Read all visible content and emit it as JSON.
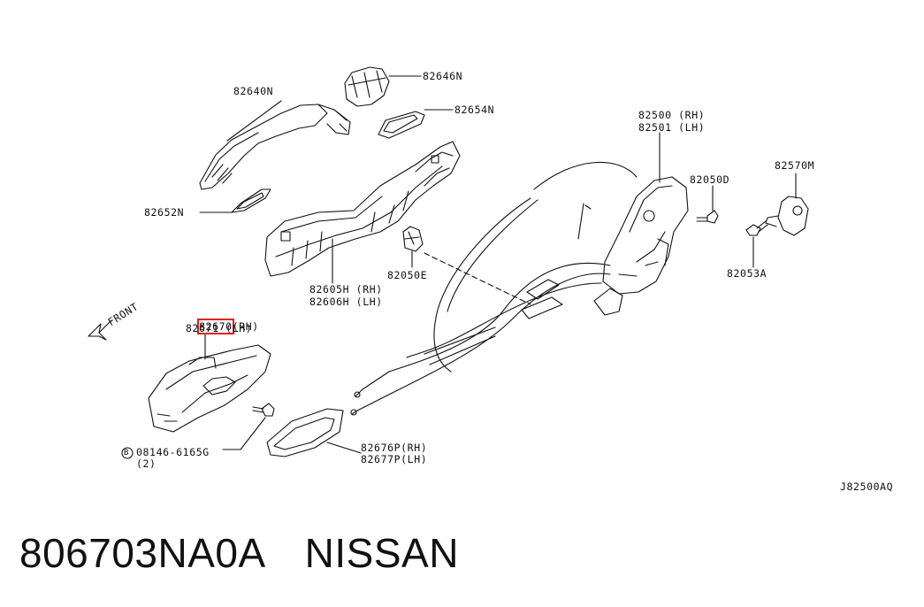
{
  "diagram": {
    "labels": {
      "l82646N": "82646N",
      "l82640N": "82640N",
      "l82654N": "82654N",
      "l82652N": "82652N",
      "l82500": "82500 (RH)",
      "l82501": "82501 (LH)",
      "l82050D": "82050D",
      "l82570M": "82570M",
      "l82050E": "82050E",
      "l82605H": "82605H (RH)",
      "l82606H": "82606H (LH)",
      "l82053A": "82053A",
      "l82670_part": "82670",
      "l82670_side": "(RH)",
      "l82671": "82671 (LH)",
      "front": "FRONT",
      "bolt_code": "08146-6165G",
      "bolt_qty": "(2)",
      "bolt_circle": "B",
      "l82676P": "82676P(RH)",
      "l82677P": "82677P(LH)",
      "diagram_id": "J82500AQ"
    },
    "highlight_color": "#e02020"
  },
  "footer": {
    "part_number": "806703NA0A",
    "brand": "NISSAN"
  }
}
